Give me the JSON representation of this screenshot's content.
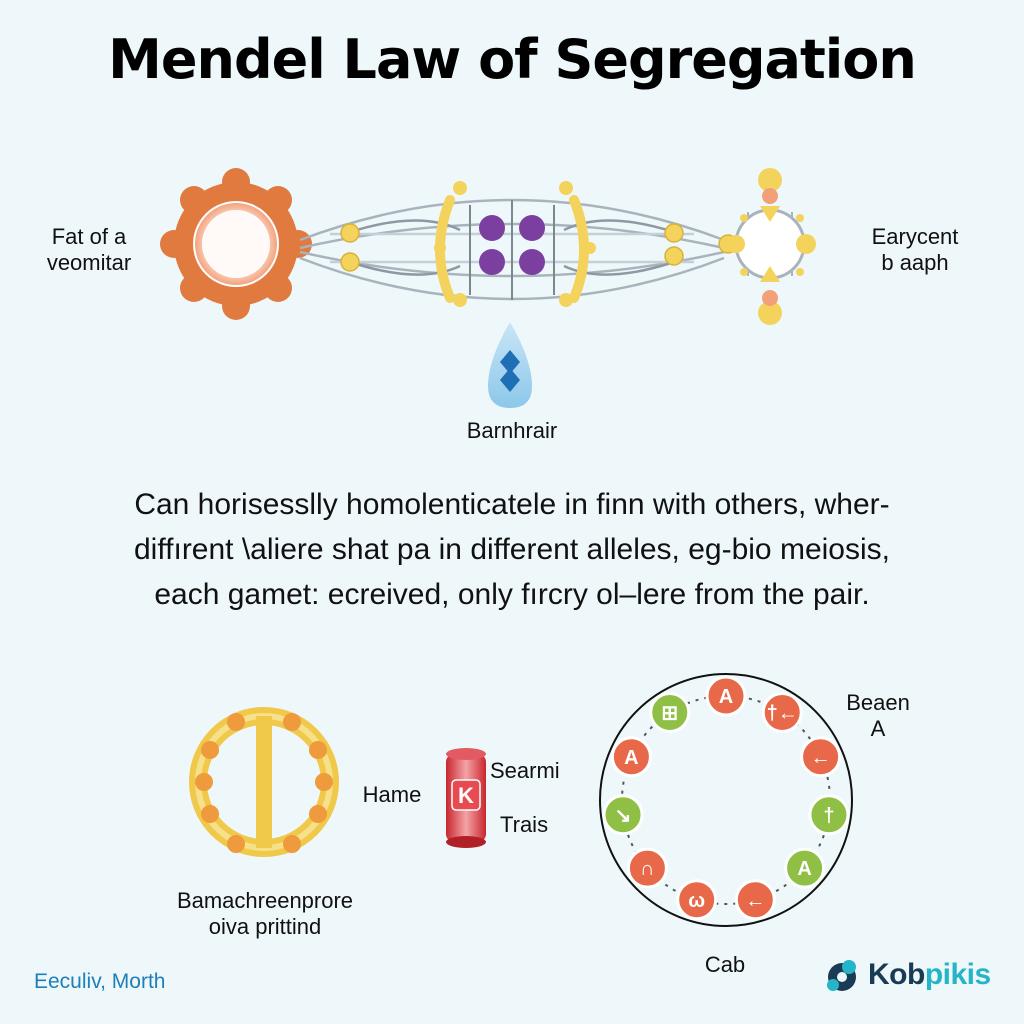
{
  "title": "Mendel Law of Segregation",
  "top_diagram": {
    "left_label": [
      "Fat of a",
      "veomitar"
    ],
    "right_label": [
      "Earycent",
      "b aaph"
    ],
    "bottom_label": "Barnhrair"
  },
  "paragraph": [
    "Can horisesslly homolenticatele in finn with others, wher-",
    "diffırent \\aliere shat pa in different alleles, eg-bio  meiosis,",
    "each gamet: ecreived, only fırcry ol–lere from the pair."
  ],
  "bottom_left": {
    "caption": [
      "Bamachreenprore",
      "oiva prittind"
    ],
    "hame_label": "Hame",
    "tube_letter": "K",
    "searmi_label": "Searmi",
    "trais_label": "Trais"
  },
  "ring": {
    "label_top_right": [
      "Beaen",
      "A"
    ],
    "label_bottom": "Cab",
    "nodes": [
      {
        "glyph": "A",
        "color": "#e8694a"
      },
      {
        "glyph": "†←",
        "color": "#e8694a"
      },
      {
        "glyph": "←",
        "color": "#e8694a"
      },
      {
        "glyph": "†",
        "color": "#8fbf44"
      },
      {
        "glyph": "A",
        "color": "#8fbf44"
      },
      {
        "glyph": "←",
        "color": "#e8694a"
      },
      {
        "glyph": "ω",
        "color": "#e8694a"
      },
      {
        "glyph": "∩",
        "color": "#e8694a"
      },
      {
        "glyph": "↘",
        "color": "#8fbf44"
      },
      {
        "glyph": "A",
        "color": "#e8694a"
      },
      {
        "glyph": "⊞",
        "color": "#8fbf44"
      }
    ]
  },
  "footer": {
    "left_text": "Eeculiv, Morth",
    "logo_text_dark": "Kob",
    "logo_text_accent": "pikis"
  },
  "colors": {
    "background": "#eef8fb",
    "orange": "#e07a3e",
    "purple": "#7b3fa0",
    "yellow": "#f3d35c",
    "red": "#d9363e",
    "green": "#8fbf44"
  }
}
